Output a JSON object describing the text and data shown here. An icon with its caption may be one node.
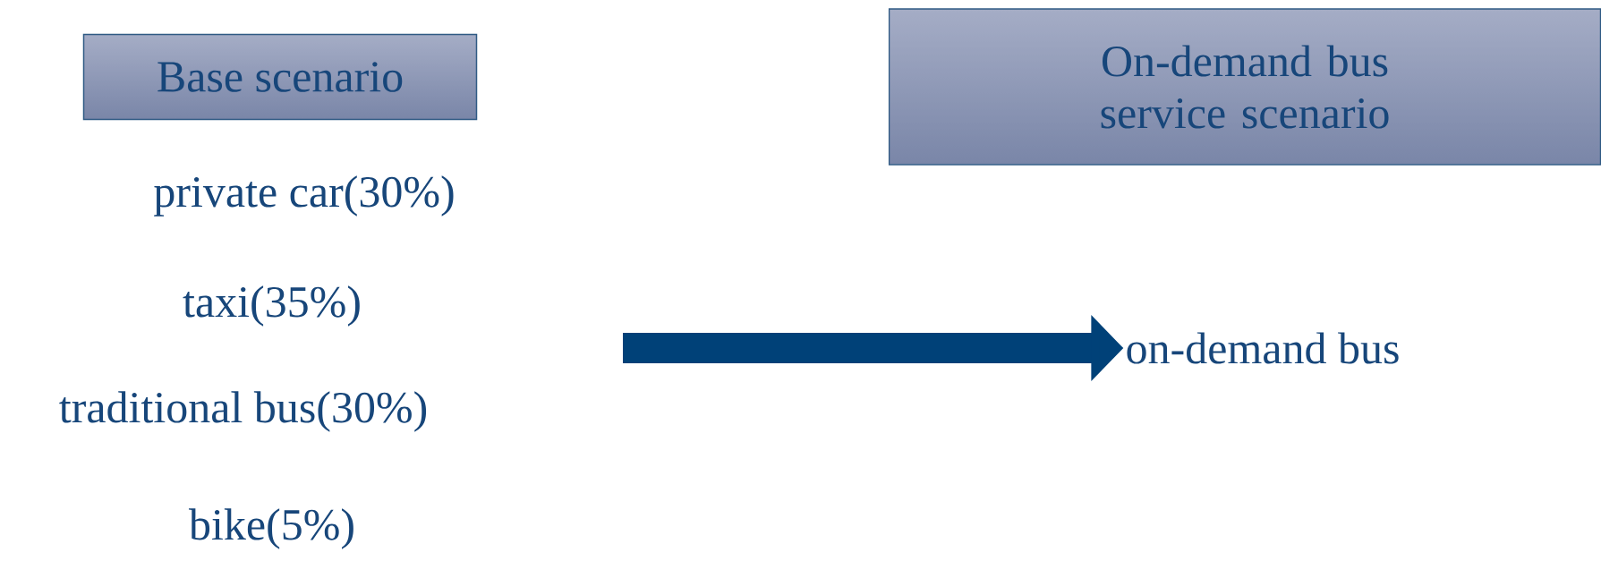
{
  "diagram": {
    "nodes": [
      {
        "text": [
          "Base scenario"
        ]
      },
      {
        "text": [
          "private car(30%)"
        ]
      },
      {
        "text": [
          "taxi(35%)"
        ]
      },
      {
        "text": [
          "traditional bus(30%)"
        ]
      },
      {
        "text": [
          "bike(5%)"
        ]
      },
      {
        "text": [
          "On-demand bus service scenario"
        ]
      },
      {
        "text": [
          "on-demand bus"
        ]
      }
    ],
    "edges": [
      {
        "from": null,
        "to": 6,
        "arrow": "to"
      }
    ]
  }
}
